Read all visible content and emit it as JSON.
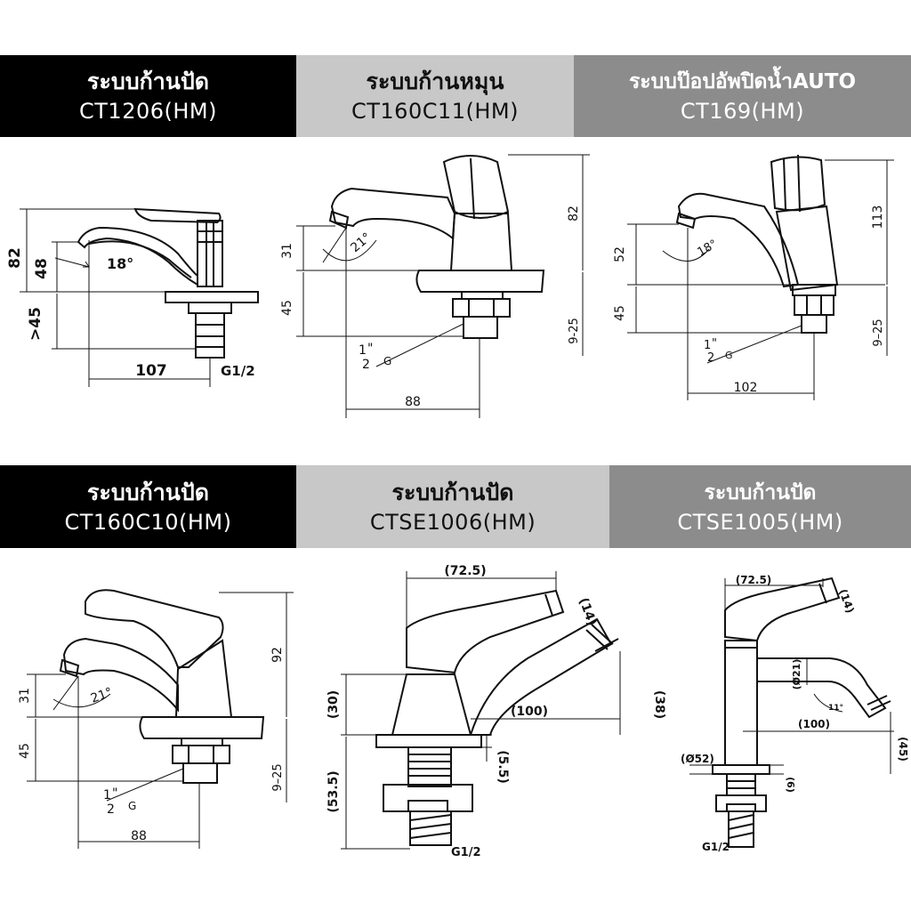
{
  "panels": [
    {
      "title": "ระบบก้านปัด",
      "model": "CT1206(HM)",
      "dims": {
        "height": "82",
        "spout": "48",
        "angle": "18°",
        "below": ">45",
        "reach": "107",
        "thread": "G1/2"
      }
    },
    {
      "title": "ระบบก้านหมุน",
      "model": "CT160C11(HM)",
      "dims": {
        "height": "82",
        "spout": "31",
        "angle": "21°",
        "below": "45",
        "counter": "9-25",
        "thread_whole": "1",
        "thread_frac": "2",
        "thread_inch": "\"",
        "thread_g": "G",
        "reach": "88"
      }
    },
    {
      "title": "ระบบป๊อปอัพปิดน้ำAUTO",
      "model": "CT169(HM)",
      "dims": {
        "height": "113",
        "spout": "52",
        "angle": "18°",
        "below": "45",
        "counter": "9–25",
        "thread_whole": "1",
        "thread_frac": "2",
        "thread_inch": "\"",
        "thread_g": "G",
        "reach": "102"
      }
    },
    {
      "title": "ระบบก้านปัด",
      "model": "CT160C10(HM)",
      "dims": {
        "height": "92",
        "spout": "31",
        "angle": "21°",
        "below": "45",
        "counter": "9–25",
        "thread_whole": "1",
        "thread_frac": "2",
        "thread_inch": "\"",
        "thread_g": "G",
        "reach": "88"
      }
    },
    {
      "title": "ระบบก้านปัด",
      "model": "CTSE1006(HM)",
      "dims": {
        "lever": "(72.5)",
        "lever_w": "(14)",
        "body": "(30)",
        "reach": "(100)",
        "spout_h": "(38)",
        "washer": "(5.5)",
        "shank": "(53.5)",
        "thread": "G1/2"
      }
    },
    {
      "title": "ระบบก้านปัด",
      "model": "CTSE1005(HM)",
      "dims": {
        "lever": "(72.5)",
        "lever_w": "(14)",
        "pipe": "(Ø21)",
        "reach": "(100)",
        "spout_h": "(45)",
        "base": "(Ø52)",
        "plate": "(6)",
        "thread": "G1/2",
        "angle": "11°"
      }
    }
  ]
}
